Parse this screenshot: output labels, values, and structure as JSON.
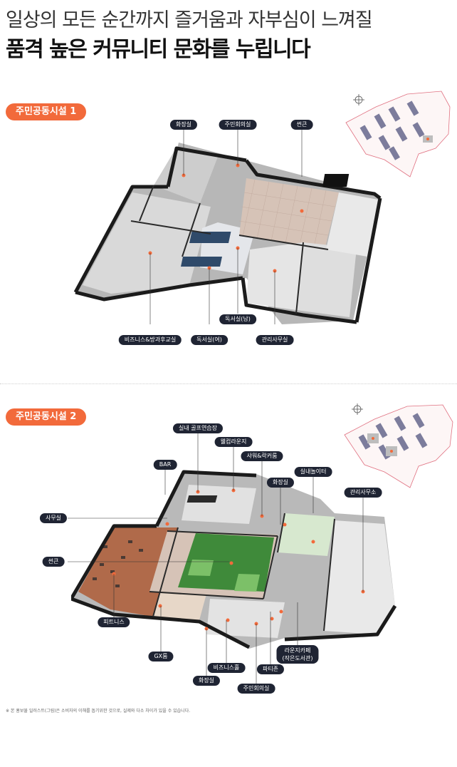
{
  "headline": {
    "line1": "일상의 모든 순간까지 즐거움과 자부심이 느껴질",
    "line2": "품격 높은 커뮤니티 문화를 누립니다"
  },
  "section1": {
    "badge": "주민공동시설 1",
    "labels": {
      "restroom": "화장실",
      "meeting": "주민회의실",
      "lounge": "썬큰",
      "business": "비즈니스&방과후교실",
      "study_f": "독서실(여)",
      "study_m": "독서실(남)",
      "office": "관리사무실"
    }
  },
  "section2": {
    "badge": "주민공동시설 2",
    "labels": {
      "golf": "실내 골프연습장",
      "welcome": "웰컴라운지",
      "shower": "샤워&락커룸",
      "bar": "BAR",
      "restroom": "화장실",
      "kids": "실내놀이터",
      "office": "관리사무소",
      "workroom": "사무실",
      "sunken": "썬큰",
      "fitness": "피트니스",
      "gx": "GX룸",
      "business": "비즈니스홀",
      "restroom2": "화장실",
      "meeting": "주민회의실",
      "party": "파티존",
      "cafe_line1": "라운지카페",
      "cafe_line2": "(작은도서관)"
    }
  },
  "footnote": "※ 본 홍보물 일러스트(그림)은 소비자의 이해를 돕기위한 것으로, 실제와 다소 차이가 있을 수 있습니다.",
  "colors": {
    "accent": "#f26a3b",
    "pill": "#1f2433",
    "wall": "#1b1b1b",
    "floor_wood": "#b06a4a",
    "floor_tile": "#d8c8bc",
    "grass": "#3f8a3a"
  }
}
